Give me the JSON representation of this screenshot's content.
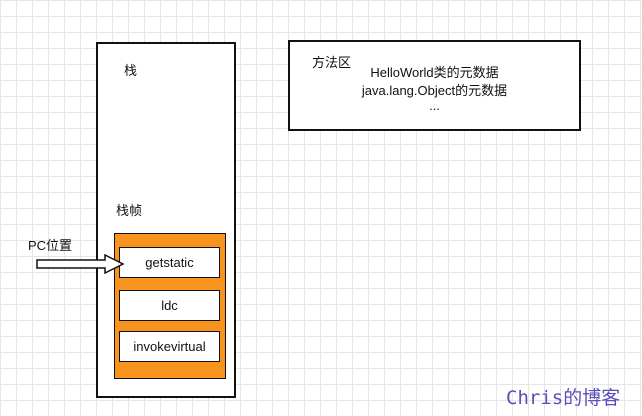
{
  "stack": {
    "label": "栈"
  },
  "frame": {
    "label": "栈帧",
    "instructions": [
      "getstatic",
      "ldc",
      "invokevirtual"
    ]
  },
  "method_area": {
    "label": "方法区",
    "lines": [
      "HelloWorld类的元数据",
      "java.lang.Object的元数据",
      "..."
    ]
  },
  "pc": {
    "label": "PC位置"
  },
  "colors": {
    "frame_fill": "#f7941d",
    "watermark": "#5a4fb8"
  },
  "watermark": "Chris的博客"
}
